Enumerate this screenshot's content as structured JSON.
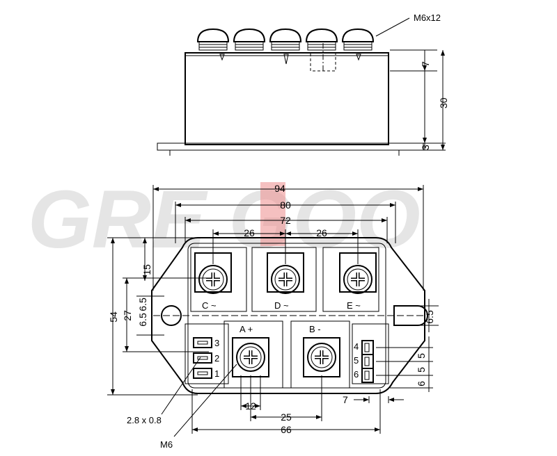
{
  "watermark": {
    "text": "GRE GOO",
    "color": "#d9d9d9",
    "accent": "#e02020"
  },
  "side_view": {
    "screw_label": "M6x12",
    "dims": {
      "top": "7",
      "height": "30",
      "base": "3"
    }
  },
  "top_view": {
    "dims": {
      "w94": "94",
      "w80": "80",
      "w72": "72",
      "s26a": "26",
      "s26b": "26",
      "h54": "54",
      "h27": "27",
      "h15": "15",
      "h6_5a": "6.5",
      "h6_5b": "6.5",
      "h6_5r": "6.5",
      "w66": "66",
      "w25": "25",
      "w12": "12",
      "r5a": "5",
      "r5b": "5",
      "r6": "6",
      "r7": "7"
    },
    "terminals": {
      "c": "C  ~",
      "d": "D  ~",
      "e": "E  ~",
      "a": "A  +",
      "b": "B  -"
    },
    "pins_left": [
      "3",
      "2",
      "1"
    ],
    "pins_right": [
      "4",
      "5",
      "6"
    ],
    "callouts": {
      "pin_size": "2.8 x 0.8",
      "thread": "M6"
    }
  }
}
